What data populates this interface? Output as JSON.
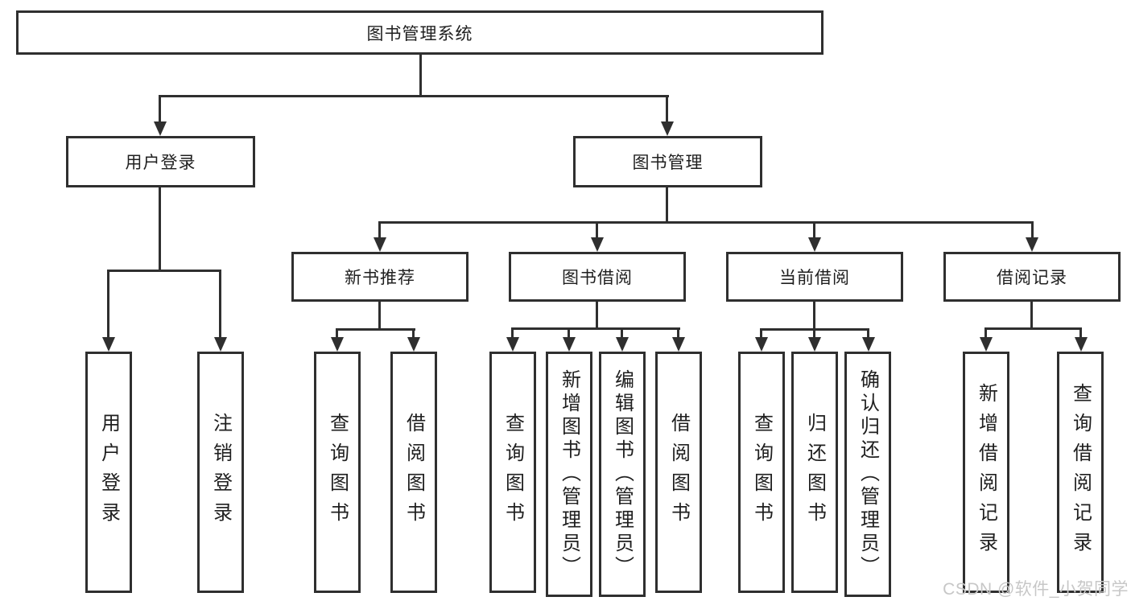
{
  "colors": {
    "line": "#2f2f2f",
    "box_border": "#2f2f2f",
    "background": "#ffffff",
    "watermark_text": "#c7c7c7"
  },
  "tree": {
    "root": "图书管理系统",
    "branches": [
      {
        "label": "用户登录",
        "children": [
          "用户登录",
          "注销登录"
        ]
      },
      {
        "label": "图书管理",
        "sections": [
          {
            "label": "新书推荐",
            "children": [
              "查询图书",
              "借阅图书"
            ]
          },
          {
            "label": "图书借阅",
            "children": [
              "查询图书",
              "新增图书（管理员）",
              "编辑图书（管理员）",
              "借阅图书"
            ]
          },
          {
            "label": "当前借阅",
            "children": [
              "查询图书",
              "归还图书",
              "确认归还（管理员）"
            ]
          },
          {
            "label": "借阅记录",
            "children": [
              "新增借阅记录",
              "查询借阅记录"
            ]
          }
        ]
      }
    ]
  },
  "watermark": "CSDN @软件_小贺同学"
}
